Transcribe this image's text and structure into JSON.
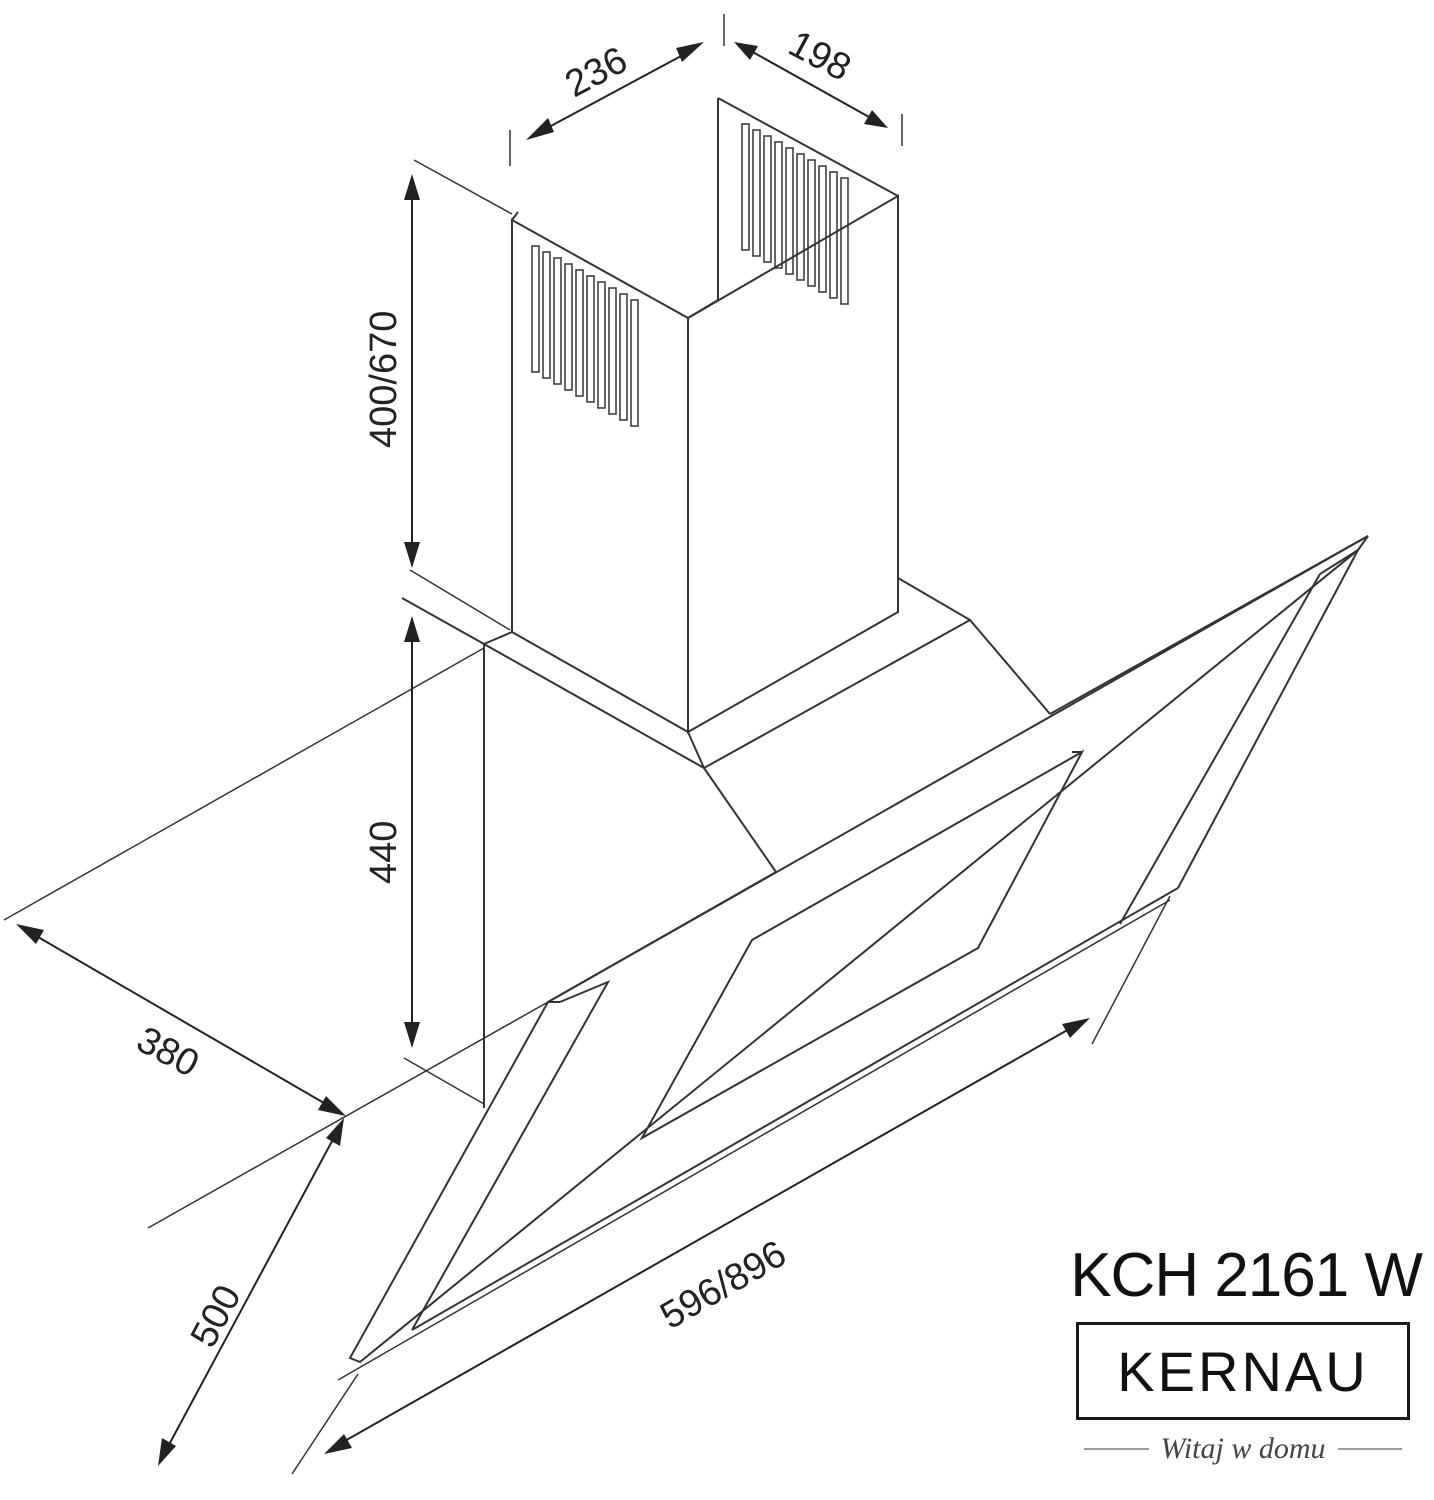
{
  "dimensions": {
    "duct_width": "236",
    "duct_depth": "198",
    "duct_height": "400/670",
    "hood_height": "440",
    "hood_depth": "380",
    "glass_depth": "500",
    "hood_width": "596/896"
  },
  "product": {
    "model": "KCH 2161 W"
  },
  "brand": {
    "name": "KERNAU",
    "tagline": "Witaj w domu"
  }
}
